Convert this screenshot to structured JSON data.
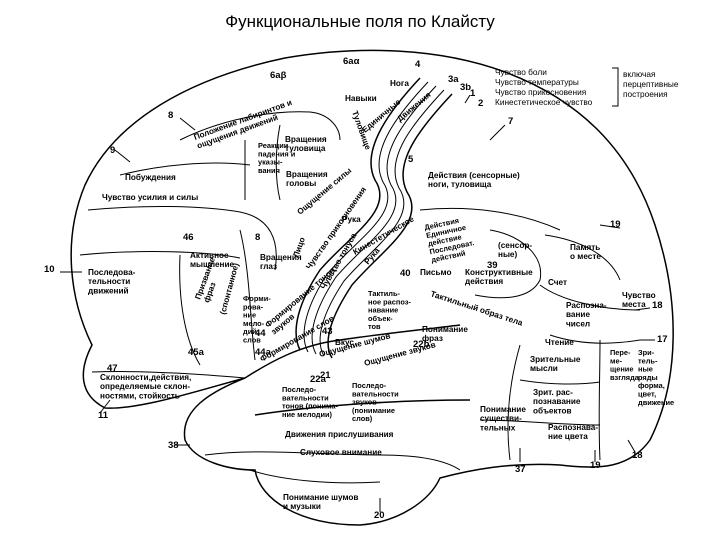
{
  "title": "Функциональные поля по Клайсту",
  "legend": {
    "items": [
      "Чувство боли",
      "Чувство температуры",
      "Чувство прикосновения",
      "Кинестетическое чувство"
    ],
    "note": [
      "включая",
      "перцептивные",
      "построения"
    ]
  },
  "area_numbers": [
    {
      "id": "6ab",
      "text": "6аβ"
    },
    {
      "id": "6a-alpha",
      "text": "6аα"
    },
    {
      "id": "4",
      "text": "4"
    },
    {
      "id": "3a",
      "text": "3а"
    },
    {
      "id": "3b",
      "text": "3b"
    },
    {
      "id": "1",
      "text": "1"
    },
    {
      "id": "2",
      "text": "2"
    },
    {
      "id": "7",
      "text": "7"
    },
    {
      "id": "8-top",
      "text": "8"
    },
    {
      "id": "9",
      "text": "9"
    },
    {
      "id": "5",
      "text": "5"
    },
    {
      "id": "8-mid",
      "text": "8"
    },
    {
      "id": "46",
      "text": "46"
    },
    {
      "id": "10",
      "text": "10"
    },
    {
      "id": "19-top",
      "text": "19"
    },
    {
      "id": "39",
      "text": "39"
    },
    {
      "id": "40",
      "text": "40"
    },
    {
      "id": "18",
      "text": "18"
    },
    {
      "id": "17",
      "text": "17"
    },
    {
      "id": "44",
      "text": "44"
    },
    {
      "id": "43",
      "text": "43"
    },
    {
      "id": "44a",
      "text": "44а"
    },
    {
      "id": "45a",
      "text": "45а"
    },
    {
      "id": "47",
      "text": "47"
    },
    {
      "id": "22b",
      "text": "22b"
    },
    {
      "id": "22a",
      "text": "22а"
    },
    {
      "id": "11",
      "text": "11"
    },
    {
      "id": "38",
      "text": "38"
    },
    {
      "id": "21",
      "text": "21"
    },
    {
      "id": "37",
      "text": "37"
    },
    {
      "id": "19-bottom",
      "text": "19"
    },
    {
      "id": "18-bottom",
      "text": "18"
    },
    {
      "id": "20",
      "text": "20"
    }
  ],
  "regions": [
    {
      "id": "noga",
      "lines": [
        "Нога"
      ]
    },
    {
      "id": "navyki",
      "lines": [
        "Навыки"
      ]
    },
    {
      "id": "dvizhenie",
      "lines": [
        "Движения"
      ]
    },
    {
      "id": "edinichnye",
      "lines": [
        "Единичные"
      ]
    },
    {
      "id": "tulovishche",
      "lines": [
        "Туловище"
      ]
    },
    {
      "id": "polozhenie",
      "lines": [
        "Положение лабиринтов и",
        "ощущения движений"
      ]
    },
    {
      "id": "reaktsii",
      "lines": [
        "Реакции",
        "падения и",
        "указы-",
        "вания"
      ]
    },
    {
      "id": "vrashcheniya-tulovishcha",
      "lines": [
        "Вращения",
        "туловища"
      ]
    },
    {
      "id": "pobuzhdeniya",
      "lines": [
        "Побуждения"
      ]
    },
    {
      "id": "vrashcheniya-golovy",
      "lines": [
        "Вращения",
        "головы"
      ]
    },
    {
      "id": "chuvstvo-usiliya",
      "lines": [
        "Чувство усилия и силы"
      ]
    },
    {
      "id": "oshchushchenie-sily",
      "lines": [
        "Ощущение силы"
      ]
    },
    {
      "id": "deystviya-sensornye",
      "lines": [
        "Действия (сенсорные)",
        "ноги, туловища"
      ]
    },
    {
      "id": "ruka",
      "lines": [
        "Рука"
      ]
    },
    {
      "id": "litso",
      "lines": [
        "Лицо"
      ]
    },
    {
      "id": "chuvstvo-prikosnoveniya",
      "lines": [
        "Чувство прикосновения"
      ]
    },
    {
      "id": "kinesteticheskoe",
      "lines": [
        "Кинестетическое"
      ]
    },
    {
      "id": "chuvstvo-tonusa",
      "lines": [
        "Чувство тонуса"
      ]
    },
    {
      "id": "ruka2",
      "lines": [
        "Рука"
      ]
    },
    {
      "id": "aktivnoe",
      "lines": [
        "Активное",
        "мышление"
      ]
    },
    {
      "id": "vrashcheniya-glaz",
      "lines": [
        "Вращения",
        "глаз"
      ]
    },
    {
      "id": "deystviya-edinichnoe",
      "lines": [
        "Действия",
        "Единичное",
        "действие",
        "Последоват.",
        "действий"
      ]
    },
    {
      "id": "sensornye",
      "lines": [
        "(сенсор-",
        "ные)"
      ]
    },
    {
      "id": "pamyat",
      "lines": [
        "Память",
        "о месте"
      ]
    },
    {
      "id": "posledovatelnosti",
      "lines": [
        "Последова-",
        "тельности",
        "движений"
      ]
    },
    {
      "id": "formirovanie-melodii",
      "lines": [
        "Форми-",
        "рова-",
        "ние",
        "мело-",
        "дий,",
        "слов"
      ]
    },
    {
      "id": "pismo",
      "lines": [
        "Письмо"
      ]
    },
    {
      "id": "konstruktivnye",
      "lines": [
        "Конструктивные",
        "действия"
      ]
    },
    {
      "id": "schet",
      "lines": [
        "Счет"
      ]
    },
    {
      "id": "taktilnoe-raspoznavanie",
      "lines": [
        "Тактиль-",
        "ное распоз-",
        "навание",
        "объек-",
        "тов"
      ]
    },
    {
      "id": "taktilny-obraz",
      "lines": [
        "Тактильный образ тела"
      ]
    },
    {
      "id": "raspoznavanie-chisel",
      "lines": [
        "Распозна-",
        "вание",
        "чисел"
      ]
    },
    {
      "id": "chuvstvo-mesta",
      "lines": [
        "Чувство",
        "места"
      ]
    },
    {
      "id": "prizvanie-fraz",
      "lines": [
        "Призвание",
        "фраз"
      ]
    },
    {
      "id": "pomoshch-spontannaya",
      "lines": [
        "(спонтанное)"
      ]
    },
    {
      "id": "formirovanie-tonov",
      "lines": [
        "Формирование тонов,",
        "звуков"
      ]
    },
    {
      "id": "ponimanie-fraz",
      "lines": [
        "Понимание",
        "фраз"
      ]
    },
    {
      "id": "vkus",
      "lines": [
        "Вкус"
      ]
    },
    {
      "id": "chtenie",
      "lines": [
        "Чтение"
      ]
    },
    {
      "id": "zritelnye-mysli",
      "lines": [
        "Зрительные",
        "мысли"
      ]
    },
    {
      "id": "peremeshchenie-vzglyada",
      "lines": [
        "Пере-",
        "ме-",
        "щение",
        "взгляда"
      ]
    },
    {
      "id": "zritelnye-ryady",
      "lines": [
        "Зри-",
        "тель-",
        "ные",
        "ряды",
        "форма,",
        "цвет,",
        "движение"
      ]
    },
    {
      "id": "oshchushchenie-shumov",
      "lines": [
        "Ощущение шумов"
      ]
    },
    {
      "id": "oshchushchenie-zvukov",
      "lines": [
        "Ощущение звуков"
      ]
    },
    {
      "id": "sklonnosti",
      "lines": [
        "Склонности,действия,",
        "определяемые склон-",
        "ностями, стойкость"
      ]
    },
    {
      "id": "formirovanie-slov",
      "lines": [
        "Формирование слов"
      ]
    },
    {
      "id": "posledovatelnost-tonov",
      "lines": [
        "Последо-",
        "вательности",
        "тонов (понима-",
        "ние мелодии)"
      ]
    },
    {
      "id": "posledovatelnost-zvukov",
      "lines": [
        "Последо-",
        "вательности",
        "звуков",
        "(понимание",
        "слов)"
      ]
    },
    {
      "id": "zritelnoe-raspoznavanie",
      "lines": [
        "Зрит. рас-",
        "познавание",
        "объектов"
      ]
    },
    {
      "id": "ponimanie-sushchestvitelnykh",
      "lines": [
        "Понимание",
        "существи-",
        "тельных"
      ]
    },
    {
      "id": "raspoznavanie-tsveta",
      "lines": [
        "Распознава-",
        "ние цвета"
      ]
    },
    {
      "id": "dvizheniya-prislushivaniya",
      "lines": [
        "Движения прислушивания"
      ]
    },
    {
      "id": "slukhovoe-vnimanie",
      "lines": [
        "Слуховое внимание"
      ]
    },
    {
      "id": "ponimanie-shumov",
      "lines": [
        "Понимание шумов",
        "и музыки"
      ]
    }
  ]
}
